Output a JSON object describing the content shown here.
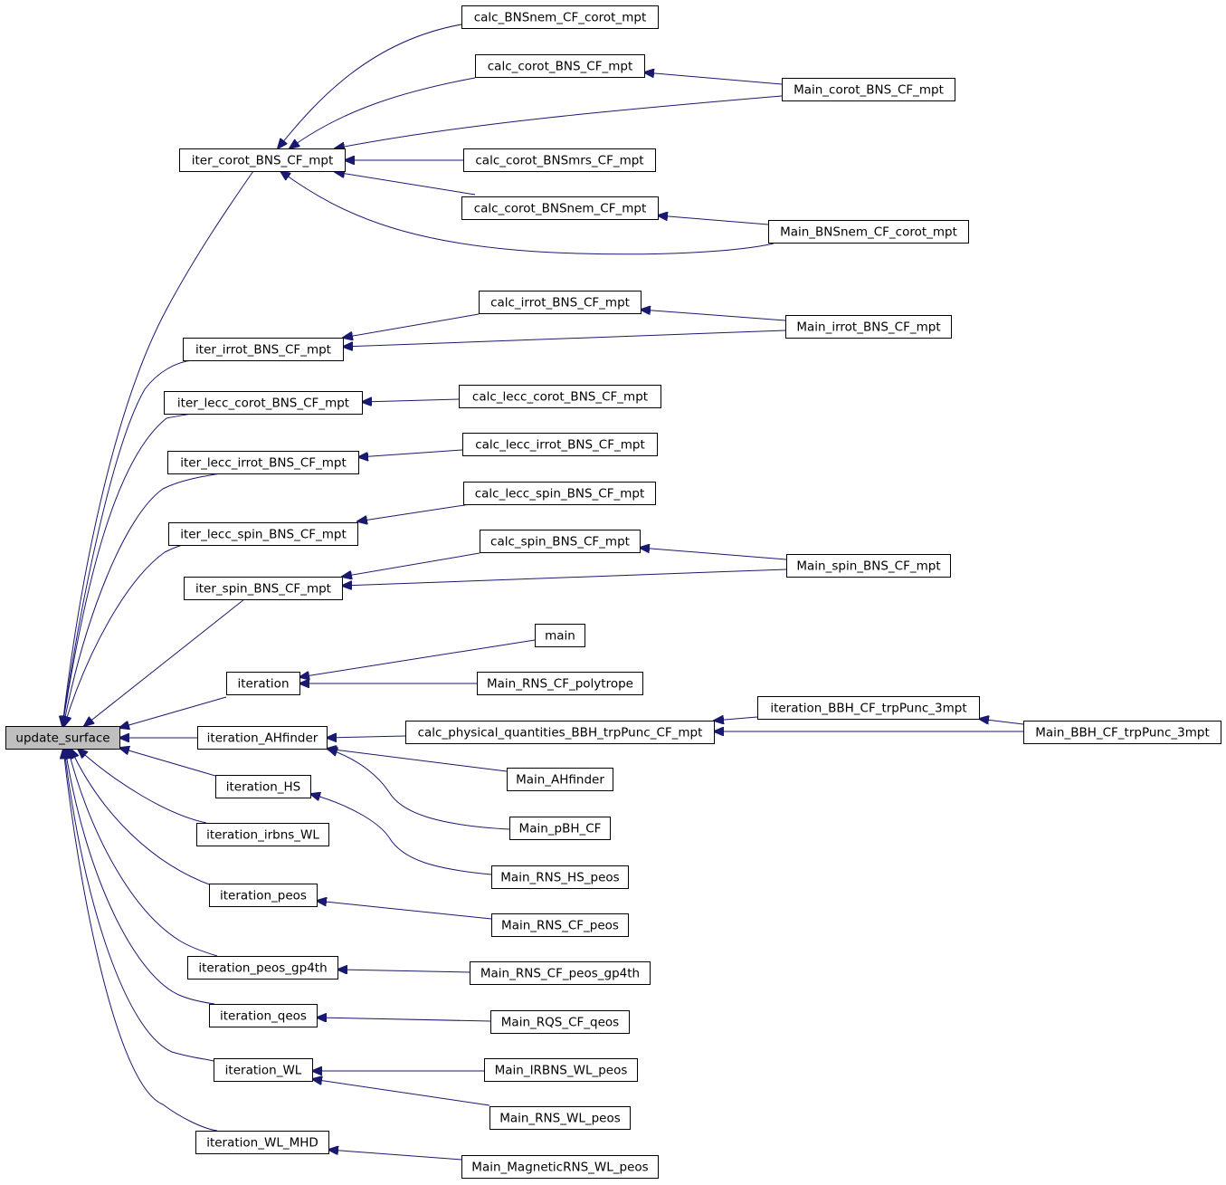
{
  "root": "update_surface",
  "nodes": {
    "update_surface": "update_surface",
    "iter_corot_BNS_CF_mpt": "iter_corot_BNS_CF_mpt",
    "calc_BNSnem_CF_corot_mpt": "calc_BNSnem_CF_corot_mpt",
    "calc_corot_BNS_CF_mpt": "calc_corot_BNS_CF_mpt",
    "Main_corot_BNS_CF_mpt": "Main_corot_BNS_CF_mpt",
    "calc_corot_BNSmrs_CF_mpt": "calc_corot_BNSmrs_CF_mpt",
    "calc_corot_BNSnem_CF_mpt": "calc_corot_BNSnem_CF_mpt",
    "Main_BNSnem_CF_corot_mpt": "Main_BNSnem_CF_corot_mpt",
    "iter_irrot_BNS_CF_mpt": "iter_irrot_BNS_CF_mpt",
    "calc_irrot_BNS_CF_mpt": "calc_irrot_BNS_CF_mpt",
    "Main_irrot_BNS_CF_mpt": "Main_irrot_BNS_CF_mpt",
    "iter_lecc_corot_BNS_CF_mpt": "iter_lecc_corot_BNS_CF_mpt",
    "calc_lecc_corot_BNS_CF_mpt": "calc_lecc_corot_BNS_CF_mpt",
    "iter_lecc_irrot_BNS_CF_mpt": "iter_lecc_irrot_BNS_CF_mpt",
    "calc_lecc_irrot_BNS_CF_mpt": "calc_lecc_irrot_BNS_CF_mpt",
    "iter_lecc_spin_BNS_CF_mpt": "iter_lecc_spin_BNS_CF_mpt",
    "calc_lecc_spin_BNS_CF_mpt": "calc_lecc_spin_BNS_CF_mpt",
    "iter_spin_BNS_CF_mpt": "iter_spin_BNS_CF_mpt",
    "calc_spin_BNS_CF_mpt": "calc_spin_BNS_CF_mpt",
    "Main_spin_BNS_CF_mpt": "Main_spin_BNS_CF_mpt",
    "iteration": "iteration",
    "main": "main",
    "Main_RNS_CF_polytrope": "Main_RNS_CF_polytrope",
    "iteration_AHfinder": "iteration_AHfinder",
    "calc_physical_quantities_BBH_trpPunc_CF_mpt": "calc_physical_quantities_BBH_trpPunc_CF_mpt",
    "iteration_BBH_CF_trpPunc_3mpt": "iteration_BBH_CF_trpPunc_3mpt",
    "Main_BBH_CF_trpPunc_3mpt": "Main_BBH_CF_trpPunc_3mpt",
    "Main_AHfinder": "Main_AHfinder",
    "Main_pBH_CF": "Main_pBH_CF",
    "iteration_HS": "iteration_HS",
    "Main_RNS_HS_peos": "Main_RNS_HS_peos",
    "iteration_irbns_WL": "iteration_irbns_WL",
    "iteration_peos": "iteration_peos",
    "Main_RNS_CF_peos": "Main_RNS_CF_peos",
    "iteration_peos_gp4th": "iteration_peos_gp4th",
    "Main_RNS_CF_peos_gp4th": "Main_RNS_CF_peos_gp4th",
    "iteration_qeos": "iteration_qeos",
    "Main_RQS_CF_qeos": "Main_RQS_CF_qeos",
    "iteration_WL": "iteration_WL",
    "Main_IRBNS_WL_peos": "Main_IRBNS_WL_peos",
    "Main_RNS_WL_peos": "Main_RNS_WL_peos",
    "iteration_WL_MHD": "iteration_WL_MHD",
    "Main_MagneticRNS_WL_peos": "Main_MagneticRNS_WL_peos"
  },
  "edges": [
    {
      "from": "iter_corot_BNS_CF_mpt",
      "to": "update_surface"
    },
    {
      "from": "iter_irrot_BNS_CF_mpt",
      "to": "update_surface"
    },
    {
      "from": "iter_lecc_corot_BNS_CF_mpt",
      "to": "update_surface"
    },
    {
      "from": "iter_lecc_irrot_BNS_CF_mpt",
      "to": "update_surface"
    },
    {
      "from": "iter_lecc_spin_BNS_CF_mpt",
      "to": "update_surface"
    },
    {
      "from": "iter_spin_BNS_CF_mpt",
      "to": "update_surface"
    },
    {
      "from": "iteration",
      "to": "update_surface"
    },
    {
      "from": "iteration_AHfinder",
      "to": "update_surface"
    },
    {
      "from": "iteration_HS",
      "to": "update_surface"
    },
    {
      "from": "iteration_irbns_WL",
      "to": "update_surface"
    },
    {
      "from": "iteration_peos",
      "to": "update_surface"
    },
    {
      "from": "iteration_peos_gp4th",
      "to": "update_surface"
    },
    {
      "from": "iteration_qeos",
      "to": "update_surface"
    },
    {
      "from": "iteration_WL",
      "to": "update_surface"
    },
    {
      "from": "iteration_WL_MHD",
      "to": "update_surface"
    },
    {
      "from": "calc_BNSnem_CF_corot_mpt",
      "to": "iter_corot_BNS_CF_mpt"
    },
    {
      "from": "calc_corot_BNS_CF_mpt",
      "to": "iter_corot_BNS_CF_mpt"
    },
    {
      "from": "Main_corot_BNS_CF_mpt",
      "to": "iter_corot_BNS_CF_mpt"
    },
    {
      "from": "calc_corot_BNSmrs_CF_mpt",
      "to": "iter_corot_BNS_CF_mpt"
    },
    {
      "from": "calc_corot_BNSnem_CF_mpt",
      "to": "iter_corot_BNS_CF_mpt"
    },
    {
      "from": "Main_BNSnem_CF_corot_mpt",
      "to": "iter_corot_BNS_CF_mpt"
    },
    {
      "from": "Main_corot_BNS_CF_mpt",
      "to": "calc_corot_BNS_CF_mpt"
    },
    {
      "from": "Main_BNSnem_CF_corot_mpt",
      "to": "calc_corot_BNSnem_CF_mpt"
    },
    {
      "from": "calc_irrot_BNS_CF_mpt",
      "to": "iter_irrot_BNS_CF_mpt"
    },
    {
      "from": "Main_irrot_BNS_CF_mpt",
      "to": "iter_irrot_BNS_CF_mpt"
    },
    {
      "from": "Main_irrot_BNS_CF_mpt",
      "to": "calc_irrot_BNS_CF_mpt"
    },
    {
      "from": "calc_lecc_corot_BNS_CF_mpt",
      "to": "iter_lecc_corot_BNS_CF_mpt"
    },
    {
      "from": "calc_lecc_irrot_BNS_CF_mpt",
      "to": "iter_lecc_irrot_BNS_CF_mpt"
    },
    {
      "from": "calc_lecc_spin_BNS_CF_mpt",
      "to": "iter_lecc_spin_BNS_CF_mpt"
    },
    {
      "from": "calc_spin_BNS_CF_mpt",
      "to": "iter_spin_BNS_CF_mpt"
    },
    {
      "from": "Main_spin_BNS_CF_mpt",
      "to": "iter_spin_BNS_CF_mpt"
    },
    {
      "from": "Main_spin_BNS_CF_mpt",
      "to": "calc_spin_BNS_CF_mpt"
    },
    {
      "from": "main",
      "to": "iteration"
    },
    {
      "from": "Main_RNS_CF_polytrope",
      "to": "iteration"
    },
    {
      "from": "calc_physical_quantities_BBH_trpPunc_CF_mpt",
      "to": "iteration_AHfinder"
    },
    {
      "from": "Main_AHfinder",
      "to": "iteration_AHfinder"
    },
    {
      "from": "Main_pBH_CF",
      "to": "iteration_AHfinder"
    },
    {
      "from": "iteration_BBH_CF_trpPunc_3mpt",
      "to": "calc_physical_quantities_BBH_trpPunc_CF_mpt"
    },
    {
      "from": "Main_BBH_CF_trpPunc_3mpt",
      "to": "calc_physical_quantities_BBH_trpPunc_CF_mpt"
    },
    {
      "from": "Main_BBH_CF_trpPunc_3mpt",
      "to": "iteration_BBH_CF_trpPunc_3mpt"
    },
    {
      "from": "Main_RNS_HS_peos",
      "to": "iteration_HS"
    },
    {
      "from": "Main_RNS_CF_peos",
      "to": "iteration_peos"
    },
    {
      "from": "Main_RNS_CF_peos_gp4th",
      "to": "iteration_peos_gp4th"
    },
    {
      "from": "Main_RQS_CF_qeos",
      "to": "iteration_qeos"
    },
    {
      "from": "Main_IRBNS_WL_peos",
      "to": "iteration_WL"
    },
    {
      "from": "Main_RNS_WL_peos",
      "to": "iteration_WL"
    },
    {
      "from": "Main_MagneticRNS_WL_peos",
      "to": "iteration_WL_MHD"
    }
  ],
  "colors": {
    "edge": "#191970",
    "node_border": "#000000",
    "node_fill": "#ffffff",
    "root_fill": "#bfbfbf",
    "background": "#ffffff"
  }
}
